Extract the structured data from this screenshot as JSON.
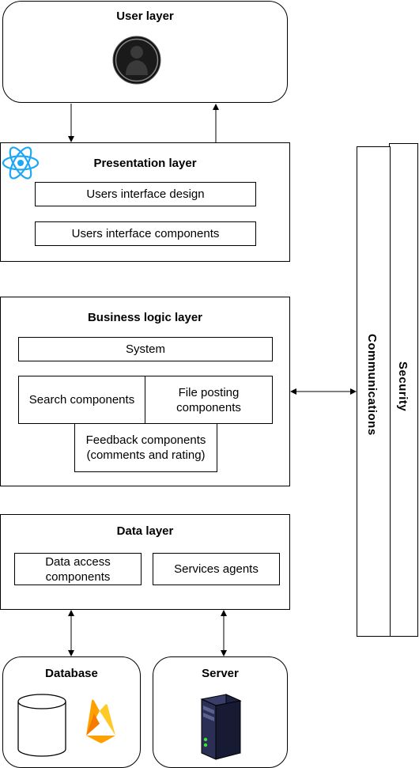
{
  "user_layer": {
    "title": "User layer",
    "icon": "user-avatar-icon"
  },
  "presentation_layer": {
    "title": "Presentation layer",
    "icon": "react-logo-icon",
    "items": [
      "Users interface design",
      "Users interface components"
    ]
  },
  "business_layer": {
    "title": "Business logic layer",
    "system": "System",
    "search": "Search components",
    "file_posting": "File posting components",
    "feedback_line1": "Feedback components",
    "feedback_line2": "(comments and rating)"
  },
  "data_layer": {
    "title": "Data layer",
    "items": [
      "Data access components",
      "Services agents"
    ]
  },
  "database": {
    "title": "Database",
    "icons": [
      "cylinder-database-icon",
      "firebase-logo-icon"
    ]
  },
  "server": {
    "title": "Server",
    "icon": "server-tower-icon"
  },
  "side_panels": {
    "communications": "Communications",
    "security": "Security"
  }
}
